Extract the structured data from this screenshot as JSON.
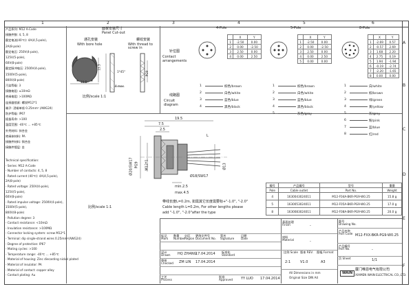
{
  "border": {
    "columns": [
      "1",
      "2",
      "3",
      "4",
      "5",
      "6"
    ],
    "rows": [
      "A",
      "B",
      "C",
      "D",
      "E",
      "F"
    ]
  },
  "left_spec_cn": [
    "产品系列: M12 A-Code",
    "接触件数: 4, 5, 8",
    "额定电流(40℃): 4A(4,5-pole),",
    "2A(8-pole)",
    "额定电压: 250V(4-pole),",
    "125V(5-pole),",
    "60V(8-pole)",
    "额定脉冲电压: 2500V(4-pole),",
    "1500V(5-pole),",
    "800V(8-pole)",
    "污染等级: 3",
    "接触电阻: ≤10mΩ",
    "绝缘电阻: >100MΩ",
    "连接器锁紧: 螺纹M12*1",
    "端子: 浸锡单线 0.25mm² (AWG24)",
    "防护等级: IP67",
    "插拔寿命: >100",
    "温度范围: -40℃ … +85℃",
    "外壳材料: 锌合金",
    "绝缘体材料: PA",
    "接触件材料: 铜合金",
    "接触件镀层: 金"
  ],
  "left_spec_en": [
    "Technical specification:",
    "- Series: M12 A-Code",
    "- Number of contacts: 4, 5, 8",
    "- Rated current (40℃): 4A(4,5-pole),",
    "2A(8-pole)",
    "- Rated voltage: 250V(4-pole),",
    "125V(5-pole),",
    "60V(8-pole)",
    "- Rated impulse voltage: 2500V(4-pole),",
    "1500V(5-pole),",
    "800V(8-pole)",
    "- Pollution degree: 3",
    "- Contact resistance: <10mΩ",
    "- Insulation resistance: >100MΩ",
    "- Connector locking system: screw M12*1",
    "- Terminal: dip single-strand wires 0.25mm²(AWG24)",
    "- Degree of protection: IP67",
    "- Mating cycles: >100",
    "- Temperature range: -40℃ … +85℃",
    "- Material of housing: Zinc diecasting nickel plated",
    "- Material of insulator: PA",
    "- Material of contact: copper alloy",
    "- Contact plating: Au"
  ],
  "panel_cutout": {
    "title_cn": "面板安装尺寸",
    "title_en": "Panel Cut-out",
    "left_cn": "通孔安装",
    "left_en": "With bore hole",
    "right_cn": "螺纹安装",
    "right_en": "With thread to screw in",
    "dim_15": "15.3",
    "dim_135": "13.5",
    "dim_1x45": "1*45°",
    "dim_4max": "4 max.",
    "dim_pg9": "PG9",
    "scale": "比例/scale 1:1"
  },
  "pin_section": {
    "label_cn": "针位图",
    "label_en": "Contact arrangements",
    "circuit_cn": "线路图",
    "circuit_en": "Circuit diagram",
    "poles": [
      "4-Pole",
      "5-Pole",
      "8-Pole"
    ],
    "xy_header": [
      "X",
      "Y"
    ],
    "table4": [
      [
        "1",
        "-2.50",
        "0.00"
      ],
      [
        "2",
        "0.00",
        "-2.50"
      ],
      [
        "3",
        "2.50",
        "0.00"
      ],
      [
        "4",
        "0.00",
        "2.50"
      ]
    ],
    "table5": [
      [
        "1",
        "-2.50",
        "0.00"
      ],
      [
        "2",
        "0.00",
        "-2.50"
      ],
      [
        "3",
        "2.50",
        "0.00"
      ],
      [
        "4",
        "0.00",
        "2.50"
      ],
      [
        "5",
        "0.00",
        "0.00"
      ]
    ],
    "table8": [
      [
        "1",
        "-2.69",
        "0.57"
      ],
      [
        "2",
        "-0.57",
        "2.69"
      ],
      [
        "3",
        "1.68",
        "2.20"
      ],
      [
        "4",
        "2.75",
        "0.19"
      ],
      [
        "5",
        "1.94",
        "-1.94"
      ],
      [
        "6",
        "-0.19",
        "-2.74"
      ],
      [
        "7",
        "-2.20",
        "-1.65"
      ],
      [
        "8",
        "0.00",
        "0.00"
      ]
    ],
    "wires4": [
      "棕色/brown",
      "白色/white",
      "蓝色/blue",
      "黑色/black"
    ],
    "wires5": [
      "棕色/brown",
      "白色/white",
      "蓝色/blue",
      "黑色/black",
      "灰色/gray"
    ],
    "wires8": [
      "白/white",
      "棕/brown",
      "绿/green",
      "黄/yellow",
      "灰/grey",
      "粉/pink",
      "蓝/blue",
      "红/red"
    ]
  },
  "main_drawing": {
    "dim_195": "19.5",
    "dim_75": "7.5",
    "dim_25": "2.5",
    "dim_pg9": "PG9",
    "dim_m12": "M12*1",
    "dim_20": "Ø20/SW17",
    "dim_13": "Ø13",
    "dim_18": "Ø18/SW17",
    "dim_min25": "min.2.5",
    "dim_max45": "max.4.5",
    "dim_L": "L",
    "note_cn": "带线长度L=0.2m, 如需其它长度需要标+\"-1.0\", \"-2.0\"",
    "note_en1": "Cable length L=0.2m, For other lengths please",
    "note_en2": "add \"-1.0\", \"-2.0\"after the type",
    "scale": "比例/scale 1:1"
  },
  "parts_table": {
    "headers_cn": [
      "编号",
      "产品编号",
      "型号",
      "重量"
    ],
    "headers_en": [
      "Pole",
      "Cable outlet",
      "Part No.",
      "Weight"
    ],
    "rows": [
      [
        "4",
        "1630043024011",
        "M12-F04A-BKR-PG9-W0.25",
        "15.8 g"
      ],
      [
        "5",
        "1630053024011",
        "M12-F05A-BKR-PG9-W0.25",
        "17.0 g"
      ],
      [
        "8",
        "1630083024011",
        "M12-F08A-BKR-PG9-W0.25",
        "20.0 g"
      ]
    ]
  },
  "title_block": {
    "mark_cn": "标记",
    "mark_en": "Mark",
    "num_cn": "数量",
    "num_en": "Number",
    "region_cn": "分区",
    "region_en": "Region",
    "doc_cn": "更改文件号",
    "doc_en": "Document No.",
    "sign_cn": "签名",
    "sign_en": "Signature",
    "date_cn": "日期",
    "date_en": "Date",
    "drawn_cn": "设计",
    "drawn_en": "Drawn",
    "drawn_name": "HQ ZHANG",
    "drawn_date": "17.04.2014",
    "checked_cn": "审核",
    "checked_en": "Checked",
    "checked_name": "ZM LIN",
    "checked_date": "17.04.2014",
    "process_cn": "工艺",
    "process_en": "Process",
    "approved_cn": "批准",
    "approved_en": "Approved",
    "approved_name": "YY LUO",
    "approved_date": "17.04.2014",
    "std_cn": "标准化",
    "std_en": "Standard",
    "finish_cn": "表面处理",
    "finish_en": "Finish",
    "finish_val": "-",
    "material_cn": "材料",
    "material_en": "Material",
    "material_val": "-",
    "scale_cn": "比例",
    "scale_en": "Scale",
    "scale_val": "2:1",
    "rev_cn": "版本",
    "rev_en": "REV.",
    "rev_val": "V1.0",
    "format_cn": "图幅",
    "format_en": "Format",
    "format_val": "A3",
    "units1": "All Dimensions in mm",
    "units2": "Original Size DIN A4",
    "drawing_cn": "图号",
    "drawing_en": "Drawing No.",
    "part_cn": "产品名称",
    "part_en": "Part Code",
    "part_code": "M12-FXX-BKR-PG9-W0.25",
    "partno_cn": "产品编号",
    "partno_en": "Part No.",
    "partno_val": "-",
    "sheet_cn": "页",
    "sheet_en": "Sheet",
    "sheet_val": "1/1",
    "company_cn": "厦门唯恩电气有限公司",
    "company_en": "XIAMEN WAIN ELECTRICAL CO.,LTD.",
    "logo_text": "WAIN"
  }
}
